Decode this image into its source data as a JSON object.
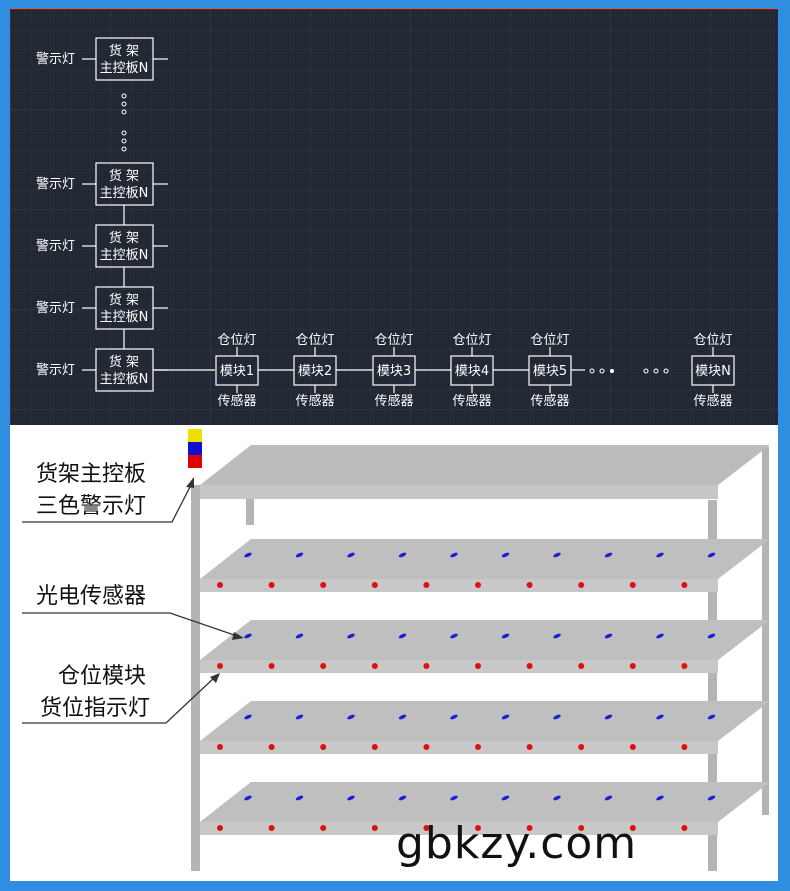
{
  "top_diagram": {
    "warning_light": "警示灯",
    "controller_line1": "货 架",
    "controller_line2": "主控板N",
    "bin_light": "仓位灯",
    "sensor": "传感器",
    "modules": [
      "模块1",
      "模块2",
      "模块3",
      "模块4",
      "模块5",
      "模块N"
    ]
  },
  "bottom_diagram": {
    "label_controller_line1": "货架主控板",
    "label_controller_line2": "三色警示灯",
    "label_sensor": "光电传感器",
    "label_module_line1": "仓位模块",
    "label_module_line2": "货位指示灯",
    "tower_light_colors": [
      "#f0e000",
      "#1010d0",
      "#e00000"
    ]
  },
  "watermark": "gbkzy.com"
}
